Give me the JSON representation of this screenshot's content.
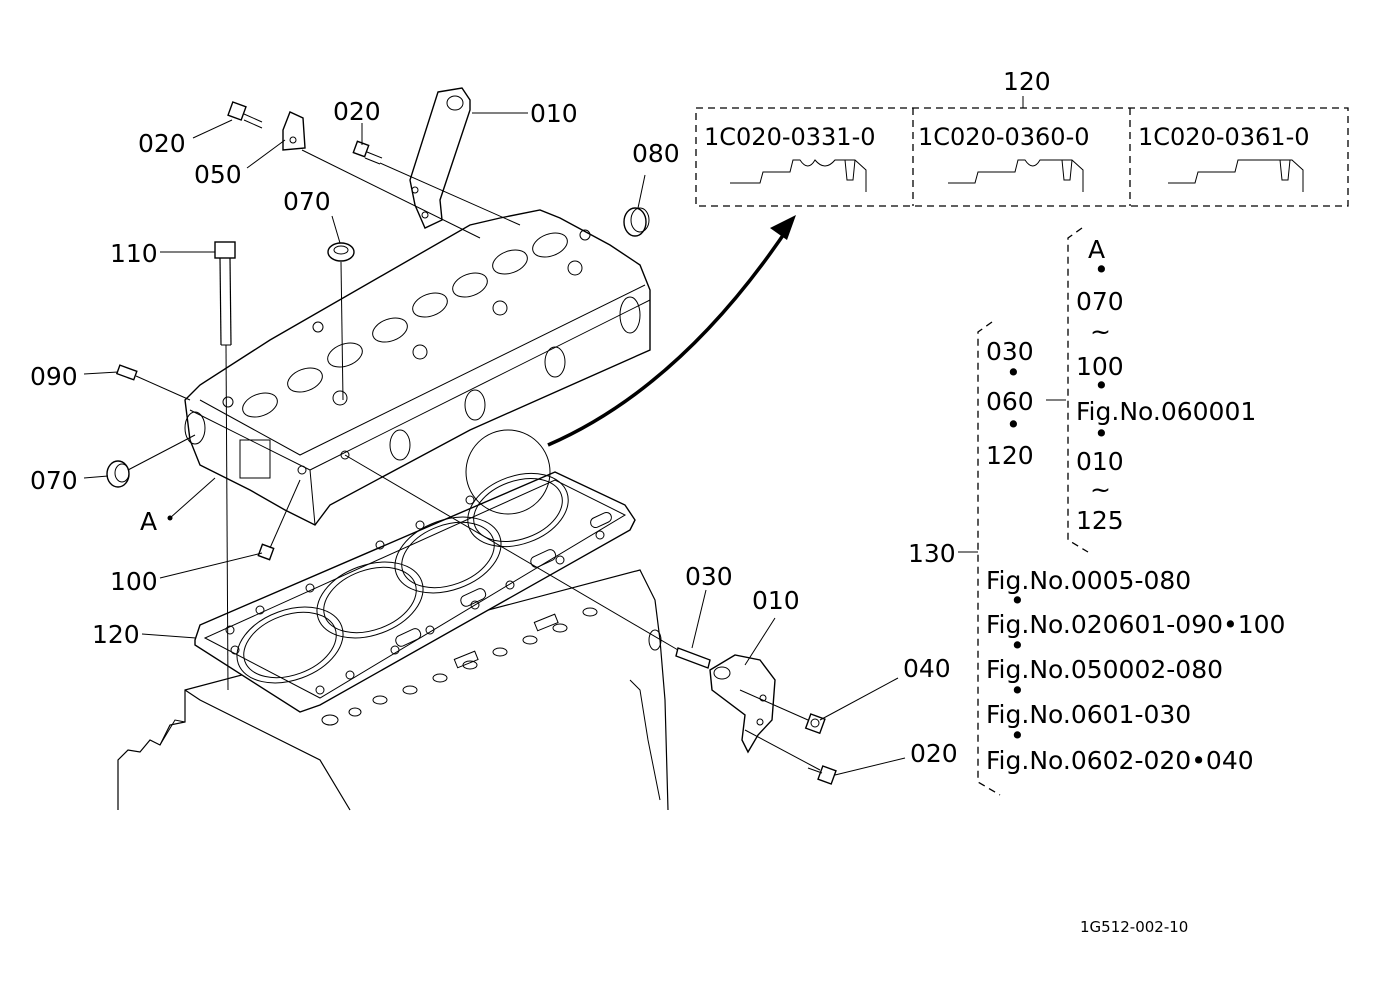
{
  "callouts": {
    "c020_top_left": "020",
    "c050": "050",
    "c020_top": "020",
    "c010_top": "010",
    "c080": "080",
    "c070_top": "070",
    "c110": "110",
    "c090": "090",
    "c070_left": "070",
    "c_A": "A",
    "c100": "100",
    "c120_left": "120",
    "c030": "030",
    "c010_bottom": "010",
    "c040": "040",
    "c020_bottom": "020"
  },
  "variants": {
    "group_label": "120",
    "items": [
      {
        "code": "1C020-0331-0"
      },
      {
        "code": "1C020-0360-0"
      },
      {
        "code": "1C020-0361-0"
      }
    ]
  },
  "kit": {
    "label": "130",
    "sub_items": [
      "030",
      "060",
      "120"
    ],
    "a_group": [
      "A",
      "070",
      "100",
      "Fig.No.060001",
      "010",
      "125"
    ],
    "figure_refs": [
      "Fig.No.0005-080",
      "Fig.No.020601-090•100",
      "Fig.No.050002-080",
      "Fig.No.0601-030",
      "Fig.No.0602-020•040"
    ],
    "tilde": "~",
    "dot": "•"
  },
  "drawing_ref": "1G512-002-10"
}
